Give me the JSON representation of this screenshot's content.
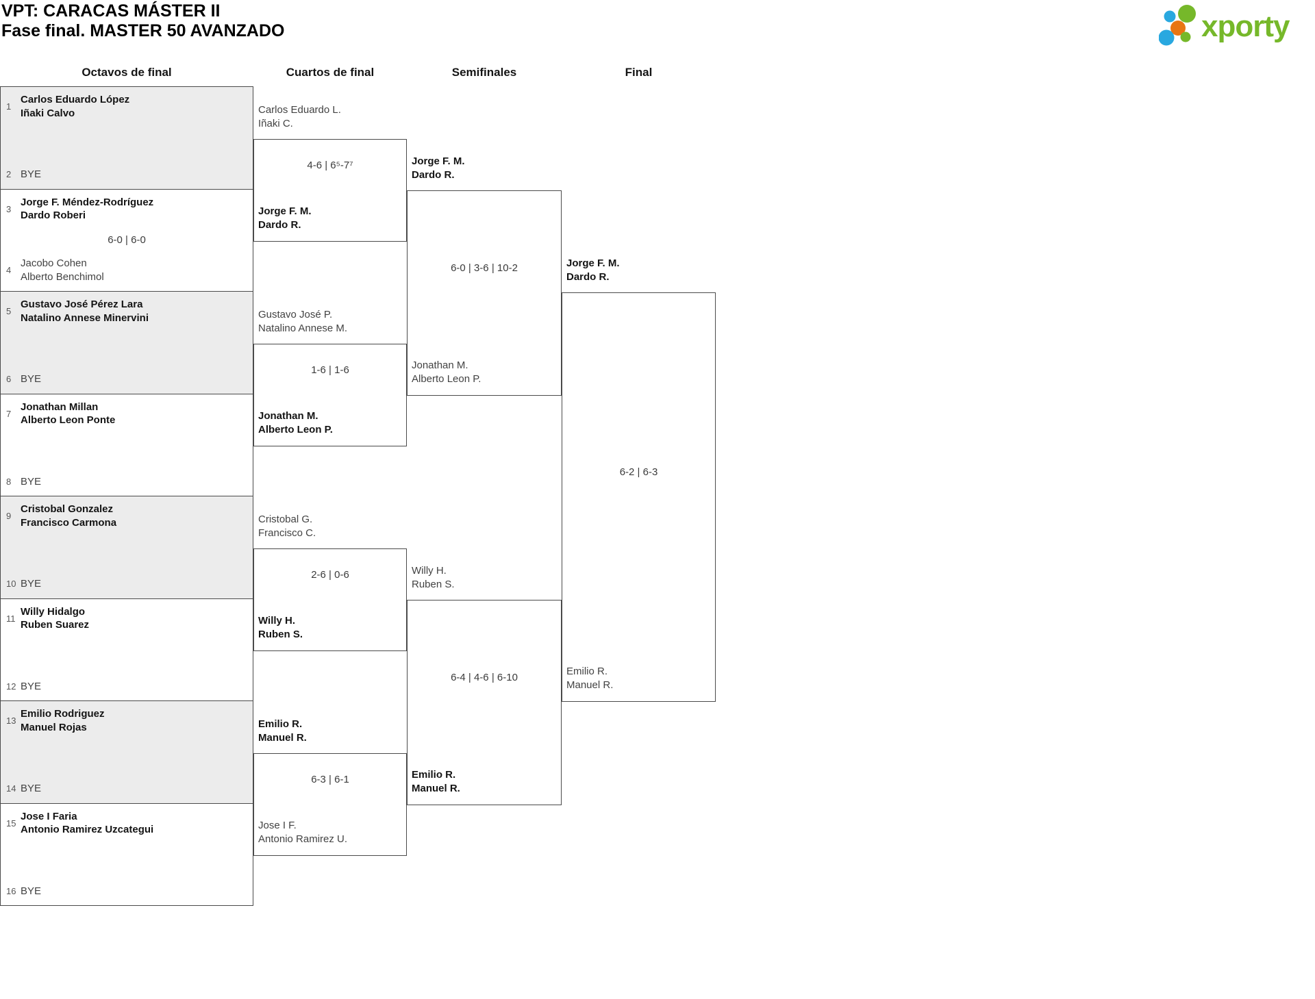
{
  "header": {
    "title": "VPT: CARACAS MÁSTER II",
    "subtitle": "Fase final. MASTER 50 AVANZADO"
  },
  "logo": {
    "brand": "xporty",
    "green": "#76B82A",
    "blue": "#29A8E0",
    "orange": "#E87513"
  },
  "round_headers": [
    "Octavos de final",
    "Cuartos de final",
    "Semifinales",
    "Final"
  ],
  "r16": [
    {
      "top_seed": "1",
      "top1": "Carlos Eduardo López",
      "top2": "Iñaki Calvo",
      "score": "",
      "bot_seed": "2",
      "bot1": "BYE",
      "bot2": ""
    },
    {
      "top_seed": "3",
      "top1": "Jorge F. Méndez-Rodríguez",
      "top2": "Dardo Roberi",
      "score": "6-0 | 6-0",
      "bot_seed": "4",
      "bot1": "Jacobo Cohen",
      "bot2": "Alberto Benchimol"
    },
    {
      "top_seed": "5",
      "top1": "Gustavo José Pérez Lara",
      "top2": "Natalino Annese Minervini",
      "score": "",
      "bot_seed": "6",
      "bot1": "BYE",
      "bot2": ""
    },
    {
      "top_seed": "7",
      "top1": "Jonathan Millan",
      "top2": "Alberto Leon Ponte",
      "score": "",
      "bot_seed": "8",
      "bot1": "BYE",
      "bot2": ""
    },
    {
      "top_seed": "9",
      "top1": "Cristobal Gonzalez",
      "top2": "Francisco Carmona",
      "score": "",
      "bot_seed": "10",
      "bot1": "BYE",
      "bot2": ""
    },
    {
      "top_seed": "11",
      "top1": "Willy Hidalgo",
      "top2": "Ruben Suarez",
      "score": "",
      "bot_seed": "12",
      "bot1": "BYE",
      "bot2": ""
    },
    {
      "top_seed": "13",
      "top1": "Emilio Rodriguez",
      "top2": "Manuel Rojas",
      "score": "",
      "bot_seed": "14",
      "bot1": "BYE",
      "bot2": ""
    },
    {
      "top_seed": "15",
      "top1": "Jose I Faria",
      "top2": "Antonio Ramirez Uzcategui",
      "score": "",
      "bot_seed": "16",
      "bot1": "BYE",
      "bot2": ""
    }
  ],
  "qf": [
    {
      "top1": "Carlos Eduardo L.",
      "top2": "Iñaki C.",
      "score": "4-6 | 6⁵-7⁷",
      "bot1": "Jorge F. M.",
      "bot2": "Dardo R."
    },
    {
      "top1": "Gustavo José P.",
      "top2": "Natalino Annese M.",
      "score": "1-6 | 1-6",
      "bot1": "Jonathan M.",
      "bot2": "Alberto Leon P."
    },
    {
      "top1": "Cristobal G.",
      "top2": "Francisco C.",
      "score": "2-6 | 0-6",
      "bot1": "Willy H.",
      "bot2": "Ruben S."
    },
    {
      "top1": "Emilio R.",
      "top2": "Manuel R.",
      "score": "6-3 | 6-1",
      "bot1": "Jose I F.",
      "bot2": "Antonio Ramirez U."
    }
  ],
  "sf": [
    {
      "top1": "Jorge F. M.",
      "top2": "Dardo R.",
      "score": "6-0 | 3-6 | 10-2",
      "bot1": "Jonathan M.",
      "bot2": "Alberto Leon P."
    },
    {
      "top1": "Willy H.",
      "top2": "Ruben S.",
      "score": "6-4 | 4-6 | 6-10",
      "bot1": "Emilio R.",
      "bot2": "Manuel R."
    }
  ],
  "final": [
    {
      "top1": "Jorge F. M.",
      "top2": "Dardo R.",
      "score": "6-2 | 6-3",
      "bot1": "Emilio R.",
      "bot2": "Manuel R."
    }
  ]
}
